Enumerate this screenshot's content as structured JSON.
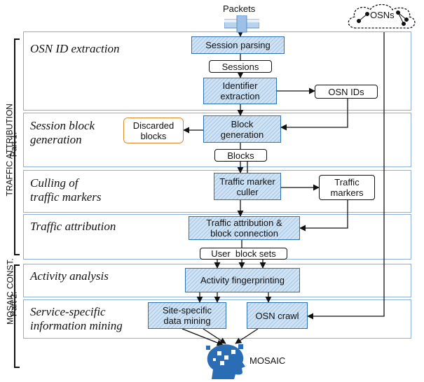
{
  "inputs": {
    "packets": "Packets",
    "osns": "OSNs"
  },
  "sections": {
    "osn_id": "OSN ID extraction",
    "session_block_1": "Session block",
    "session_block_2": "generation",
    "culling_1": "Culling of",
    "culling_2": "traffic markers",
    "attribution": "Traffic attribution",
    "activity": "Activity analysis",
    "service_1": "Service-specific",
    "service_2": "information mining"
  },
  "parts": {
    "part1_line1": "Part 1:",
    "part1_line2": "TRAFFIC ATTRIBUTION",
    "part2_line1": "Part 2:",
    "part2_line2": "MOSAIC CONST."
  },
  "nodes": {
    "session_parsing": "Session parsing",
    "sessions": "Sessions",
    "identifier_extraction_1": "Identifier",
    "identifier_extraction_2": "extraction",
    "osn_ids": "OSN IDs",
    "discarded_1": "Discarded",
    "discarded_2": "blocks",
    "block_generation_1": "Block",
    "block_generation_2": "generation",
    "blocks": "Blocks",
    "marker_culler_1": "Traffic marker",
    "marker_culler_2": "culler",
    "traffic_markers_1": "Traffic",
    "traffic_markers_2": "markers",
    "attribution_1": "Traffic attribution &",
    "attribution_2": "block connection",
    "user_block_sets": "User  block sets",
    "activity_fingerprinting": "Activity fingerprinting",
    "site_mining_1": "Site-specific",
    "site_mining_2": "data mining",
    "osn_crawl": "OSN crawl",
    "mosaic": "MOSAIC"
  },
  "colors": {
    "process_fill": "#cfe3f5",
    "process_border": "#2f6fb3",
    "section_border": "#8fb0d6",
    "discarded_border": "#e08a2e",
    "mosaic_head": "#2a6db5"
  },
  "icons": {
    "packets": "pipe-icon",
    "osns": "cloud-network-icon",
    "mosaic": "puzzle-head-icon"
  }
}
